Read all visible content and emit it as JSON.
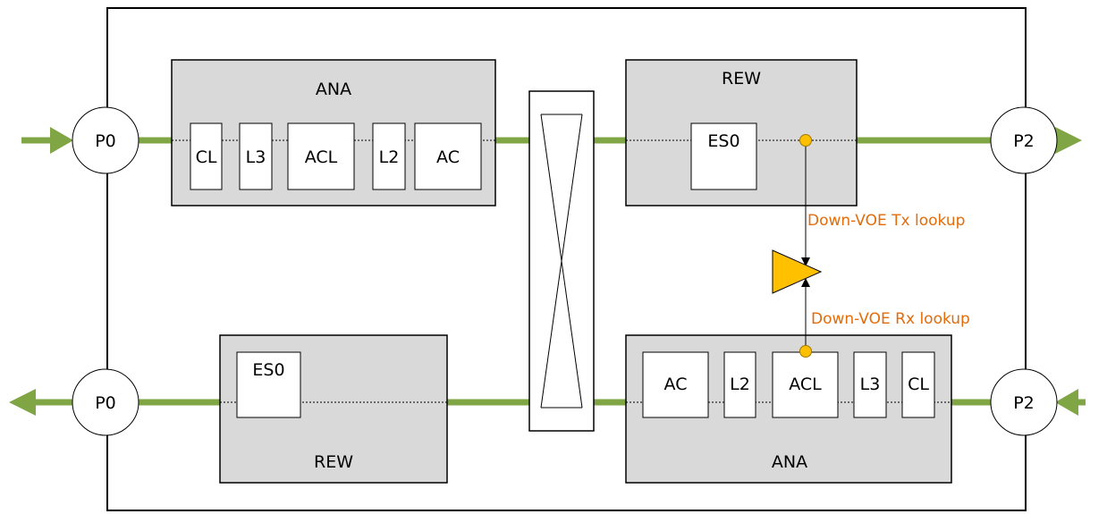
{
  "colors": {
    "pipe": "#7fa545",
    "block_fill": "#d9d9d9",
    "voe_fill": "#ffc000",
    "annotation": "#e36c0a",
    "stroke": "#000000"
  },
  "ports": {
    "top_left": "P0",
    "top_right": "P2",
    "bottom_left": "P0",
    "bottom_right": "P2"
  },
  "top_ana": {
    "title": "ANA",
    "stages": [
      "CL",
      "L3",
      "ACL",
      "L2",
      "AC"
    ]
  },
  "top_rew": {
    "title": "REW",
    "stage": "ES0"
  },
  "bottom_rew": {
    "title": "REW",
    "stage": "ES0"
  },
  "bottom_ana": {
    "title": "ANA",
    "stages": [
      "AC",
      "L2",
      "ACL",
      "L3",
      "CL"
    ]
  },
  "voe": {
    "tx_label": "Down-VOE Tx lookup",
    "rx_label": "Down-VOE Rx lookup",
    "icon": "voe-triangle-icon"
  }
}
